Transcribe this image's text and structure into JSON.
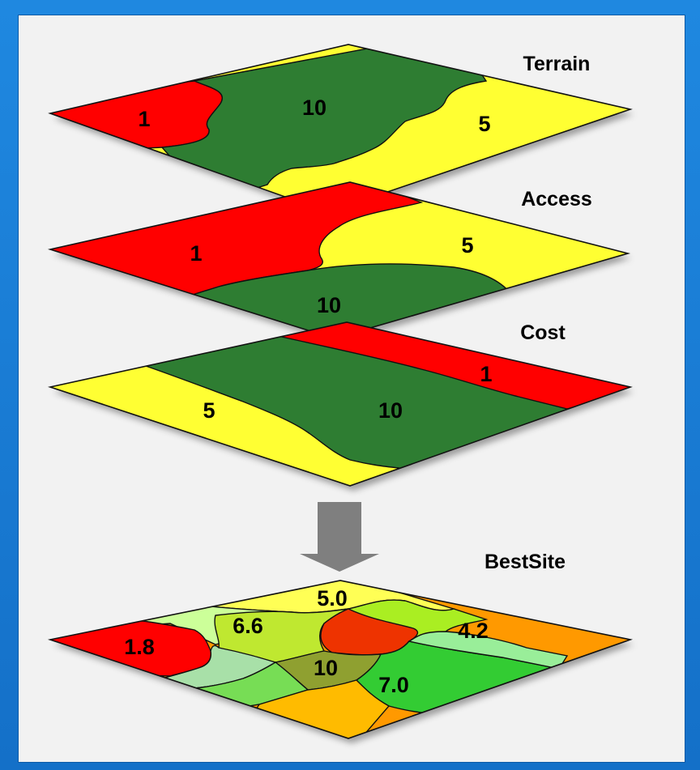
{
  "layers": [
    {
      "title": "Terrain",
      "values": {
        "left": "1",
        "center": "10",
        "right": "5"
      }
    },
    {
      "title": "Access",
      "values": {
        "left": "1",
        "right": "5",
        "bottom": "10"
      }
    },
    {
      "title": "Cost",
      "values": {
        "right": "1",
        "left": "5",
        "center": "10"
      }
    }
  ],
  "result": {
    "title": "BestSite",
    "values": [
      "5.0",
      "6.6",
      "4.2",
      "1.8",
      "10",
      "7.0"
    ]
  },
  "colors": {
    "red": "#ff0000",
    "green": "#2e7d32",
    "yellow": "#ffff33",
    "orange": "#ff9900",
    "frame": "#1e82d8",
    "arrow": "#7f7f7f"
  },
  "icons": {
    "arrow": "down-arrow-icon"
  }
}
